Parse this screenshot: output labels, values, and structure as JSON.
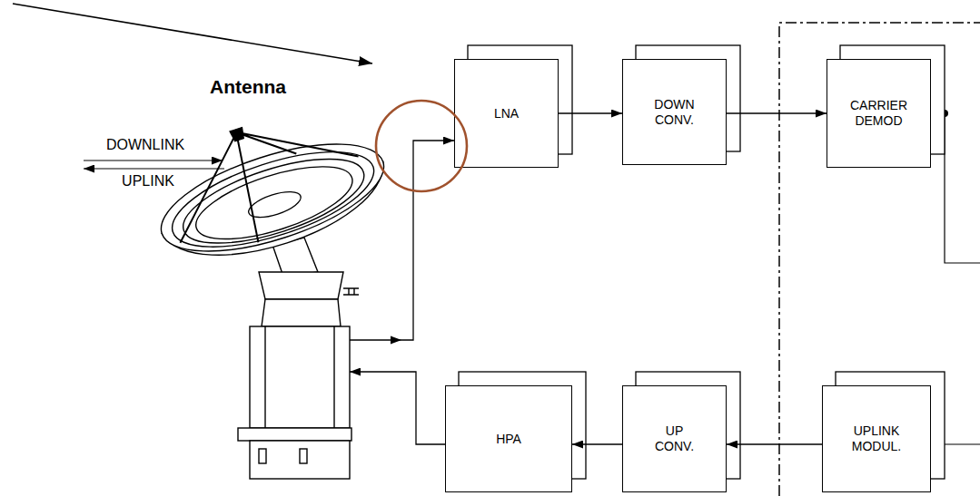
{
  "diagram": {
    "nodes": [
      {
        "text": [
          "Antenna"
        ]
      },
      {
        "text": [
          "LNA"
        ]
      },
      {
        "text": [
          "DOWN CONV."
        ]
      },
      {
        "text": [
          "CARRIER DEMOD"
        ]
      },
      {
        "text": [
          "HPA"
        ]
      },
      {
        "text": [
          "UP CONV."
        ]
      },
      {
        "text": [
          "UPLINK MODUL."
        ]
      }
    ],
    "edges": [
      {
        "from": 0,
        "to": 1,
        "arrow": "to"
      },
      {
        "from": 1,
        "to": 2,
        "arrow": "to"
      },
      {
        "from": 2,
        "to": 3,
        "arrow": "to"
      },
      {
        "from": 6,
        "to": 5,
        "arrow": "to"
      },
      {
        "from": 5,
        "to": 4,
        "arrow": "to"
      },
      {
        "from": 4,
        "to": 0,
        "arrow": "to"
      }
    ],
    "labels": [
      "DOWNLINK",
      "UPLINK"
    ]
  }
}
